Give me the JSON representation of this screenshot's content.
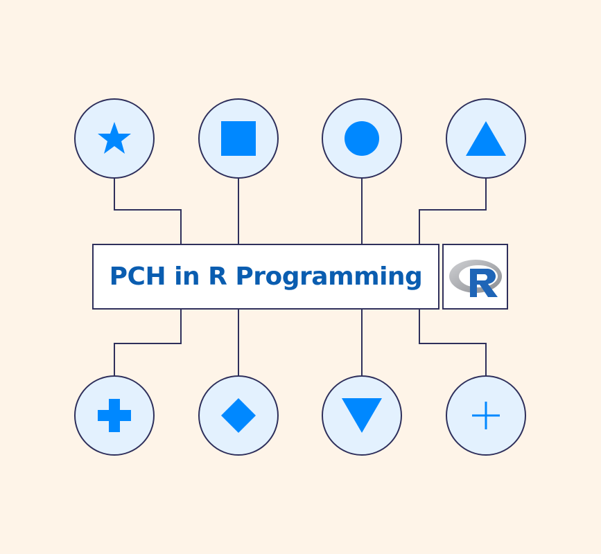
{
  "title": "PCH in R Programming",
  "logo": {
    "name": "R logo",
    "letter": "R"
  },
  "colors": {
    "background": "#fef4e8",
    "node_fill": "#e3f1fe",
    "stroke": "#2e2f5b",
    "symbol": "#0088ff",
    "title_text": "#0a5db0"
  },
  "top_symbols": [
    "star-icon",
    "square-icon",
    "circle-icon",
    "triangle-up-icon"
  ],
  "bottom_symbols": [
    "cross-filled-icon",
    "diamond-icon",
    "triangle-down-icon",
    "plus-icon"
  ]
}
